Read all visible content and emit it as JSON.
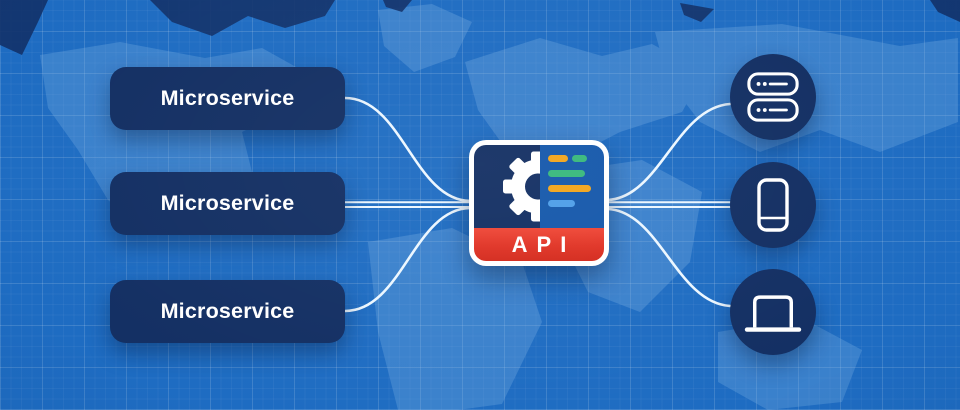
{
  "colors": {
    "background": "#1E6CC2",
    "node_navy": "#132F63",
    "api_panel_blue": "#1558AB",
    "api_red": "#E6392B",
    "bar_orange": "#F2A51D",
    "bar_green": "#38B87C",
    "bar_blue": "#4E9EE8",
    "connector_line": "#ECF7FF",
    "map_light": "#7FB2E4",
    "map_dark": "#12336B"
  },
  "microservices": {
    "items": [
      {
        "label": "Microservice"
      },
      {
        "label": "Microservice"
      },
      {
        "label": "Microservice"
      }
    ]
  },
  "api": {
    "label": "API",
    "gear_icon": "gear-icon",
    "bar_rows": [
      [
        {
          "color": "#F2A51D",
          "width": 20
        },
        {
          "color": "#38B87C",
          "width": 15
        }
      ],
      [
        {
          "color": "#38B87C",
          "width": 37
        }
      ],
      [
        {
          "color": "#F2A51D",
          "width": 43
        }
      ],
      [
        {
          "color": "#4E9EE8",
          "width": 27
        }
      ]
    ]
  },
  "clients": {
    "items": [
      {
        "icon": "server-icon"
      },
      {
        "icon": "smartphone-icon"
      },
      {
        "icon": "laptop-icon"
      }
    ]
  }
}
